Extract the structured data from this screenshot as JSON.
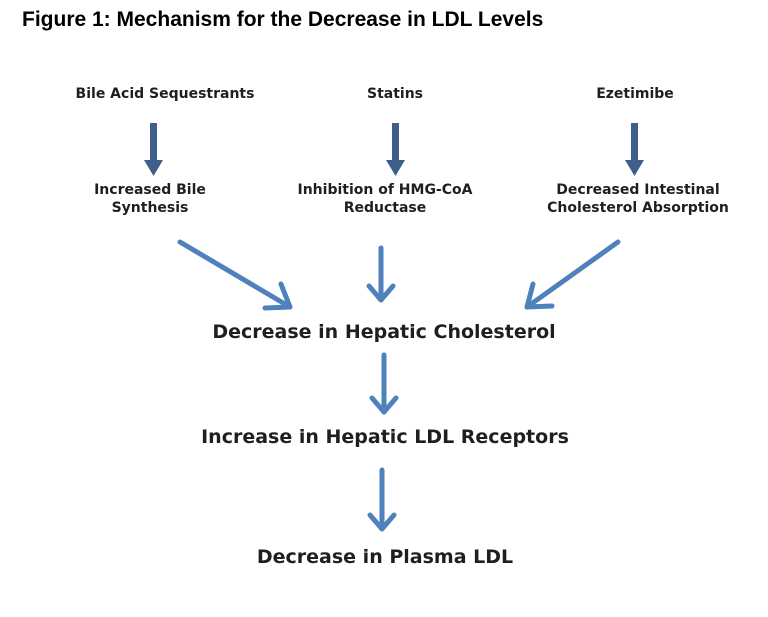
{
  "figure": {
    "title": "Figure 1: Mechanism for the Decrease in LDL Levels"
  },
  "drugs": [
    {
      "label": "Bile Acid Sequestrants"
    },
    {
      "label": "Statins"
    },
    {
      "label": "Ezetimibe"
    }
  ],
  "effects": [
    {
      "line1": "Increased Bile",
      "line2": "Synthesis"
    },
    {
      "line1": "Inhibition of HMG-CoA",
      "line2": "Reductase"
    },
    {
      "line1": "Decreased Intestinal",
      "line2": "Cholesterol Absorption"
    }
  ],
  "outcomes": [
    {
      "label": "Decrease in Hepatic Cholesterol"
    },
    {
      "label": "Increase in Hepatic LDL Receptors"
    },
    {
      "label": "Decrease in Plasma LDL"
    }
  ],
  "colors": {
    "dark_arrow": "#3e5f8a",
    "light_arrow": "#4f81bd"
  }
}
